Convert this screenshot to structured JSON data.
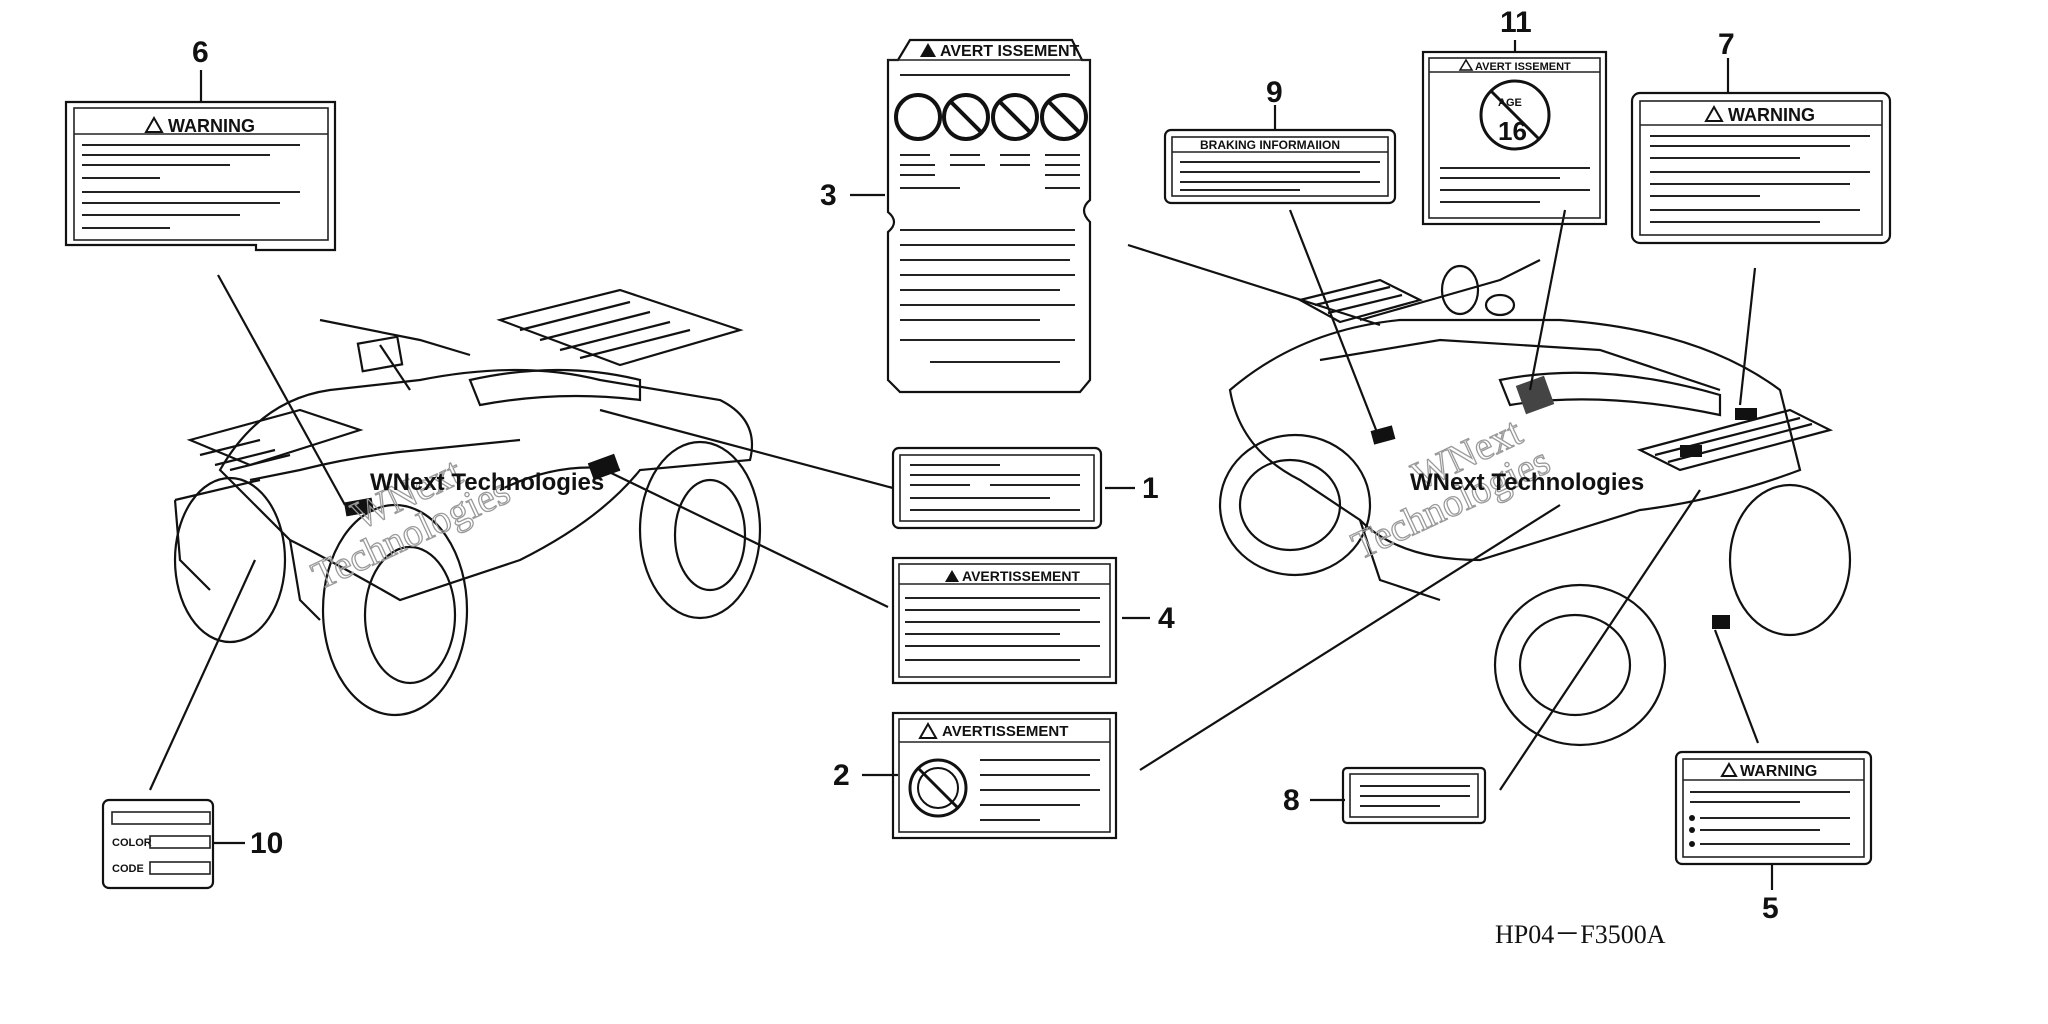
{
  "figure_code": "HP04－F3500A",
  "watermark": [
    "WNext",
    "Technologies"
  ],
  "callouts": [
    "1",
    "2",
    "3",
    "4",
    "5",
    "6",
    "7",
    "8",
    "9",
    "10",
    "11"
  ],
  "labels": {
    "warning": "WARNING",
    "avertissement": "AVERTISSEMENT",
    "avertissement_spaced": "AVERT ISSEMENT",
    "braking": "BRAKING INFORMAIION",
    "color": "COLOR",
    "code": "CODE",
    "age_top": "AGE",
    "age_value": "16"
  },
  "colors": {
    "ink": "#111111",
    "watermark": "#9a9a9a",
    "background": "#ffffff"
  }
}
